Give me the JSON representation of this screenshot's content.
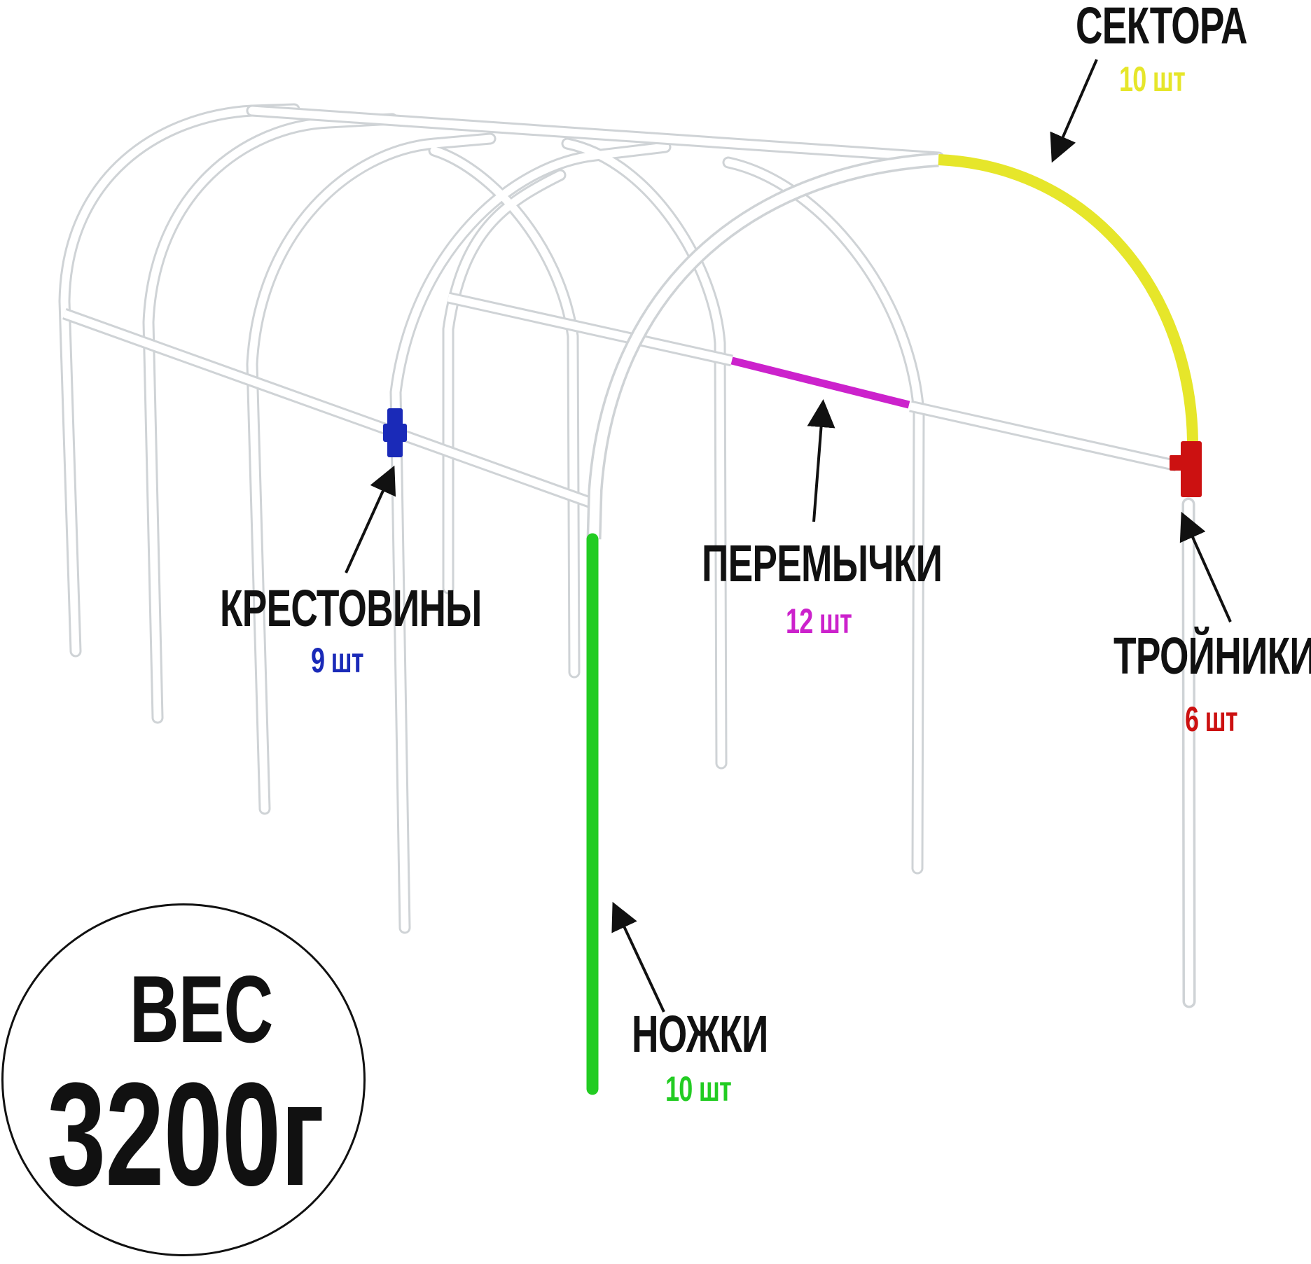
{
  "parts": {
    "sectors": {
      "name": "СЕКТОРА",
      "qty": "10 шт",
      "color": "#e6e62a"
    },
    "jumpers": {
      "name": "ПЕРЕМЫЧКИ",
      "qty": "12 шт",
      "color": "#cc22cc"
    },
    "crosses": {
      "name": "КРЕСТОВИНЫ",
      "qty": "9 шт",
      "color": "#1a2ab8"
    },
    "tees": {
      "name": "ТРОЙНИКИ",
      "qty": "6 шт",
      "color": "#cc1111"
    },
    "legs": {
      "name": "НОЖКИ",
      "qty": "10 шт",
      "color": "#22cc22"
    }
  },
  "weight": {
    "title": "ВЕС",
    "value": "3200г"
  }
}
